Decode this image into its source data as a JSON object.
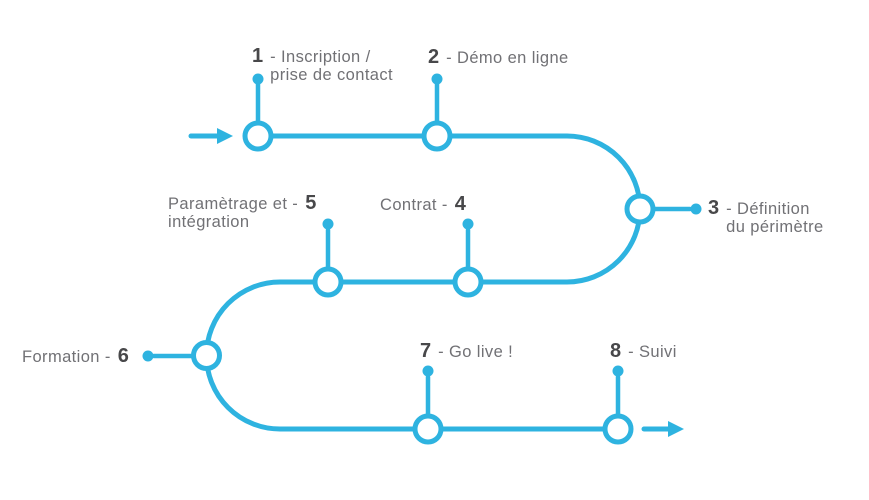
{
  "diagram": {
    "colors": {
      "path": "#2eb3e0",
      "number": "#48484a",
      "text": "#717175"
    },
    "steps": [
      {
        "number": "1",
        "line1": "- Inscription /",
        "line2": "prise de contact",
        "number_side": "left"
      },
      {
        "number": "2",
        "line1": "- Démo en ligne",
        "line2": "",
        "number_side": "left"
      },
      {
        "number": "3",
        "line1": "- Définition",
        "line2": "du périmètre",
        "number_side": "left"
      },
      {
        "number": "4",
        "line1": "Contrat -",
        "line2": "",
        "number_side": "right"
      },
      {
        "number": "5",
        "line1": "Paramètrage et -",
        "line2": "intégration",
        "number_side": "right"
      },
      {
        "number": "6",
        "line1": "Formation -",
        "line2": "",
        "number_side": "right"
      },
      {
        "number": "7",
        "line1": "- Go live !",
        "line2": "",
        "number_side": "left"
      },
      {
        "number": "8",
        "line1": "- Suivi",
        "line2": "",
        "number_side": "left"
      }
    ]
  }
}
